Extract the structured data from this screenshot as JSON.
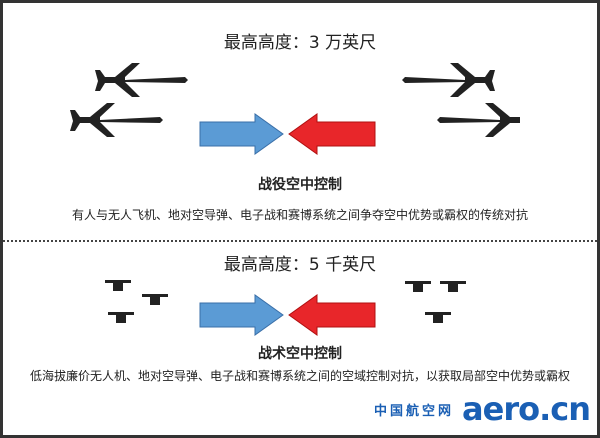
{
  "top": {
    "altitude": "最高高度：3 万英尺",
    "title": "战役空中控制",
    "desc": "有人与无人飞机、地对空导弹、电子战和赛博系统之间争夺空中优势或霸权的传统对抗"
  },
  "bottom": {
    "altitude": "最高高度：5 千英尺",
    "title": "战术空中控制",
    "desc": "低海拔廉价无人机、地对空导弹、电子战和赛博系统之间的空域控制对抗，以获取局部空中优势或霸权"
  },
  "logo": {
    "cn": "中国航空网",
    "en": "aero.cn"
  },
  "colors": {
    "blue": "#5b9bd5",
    "red": "#e8262a"
  }
}
